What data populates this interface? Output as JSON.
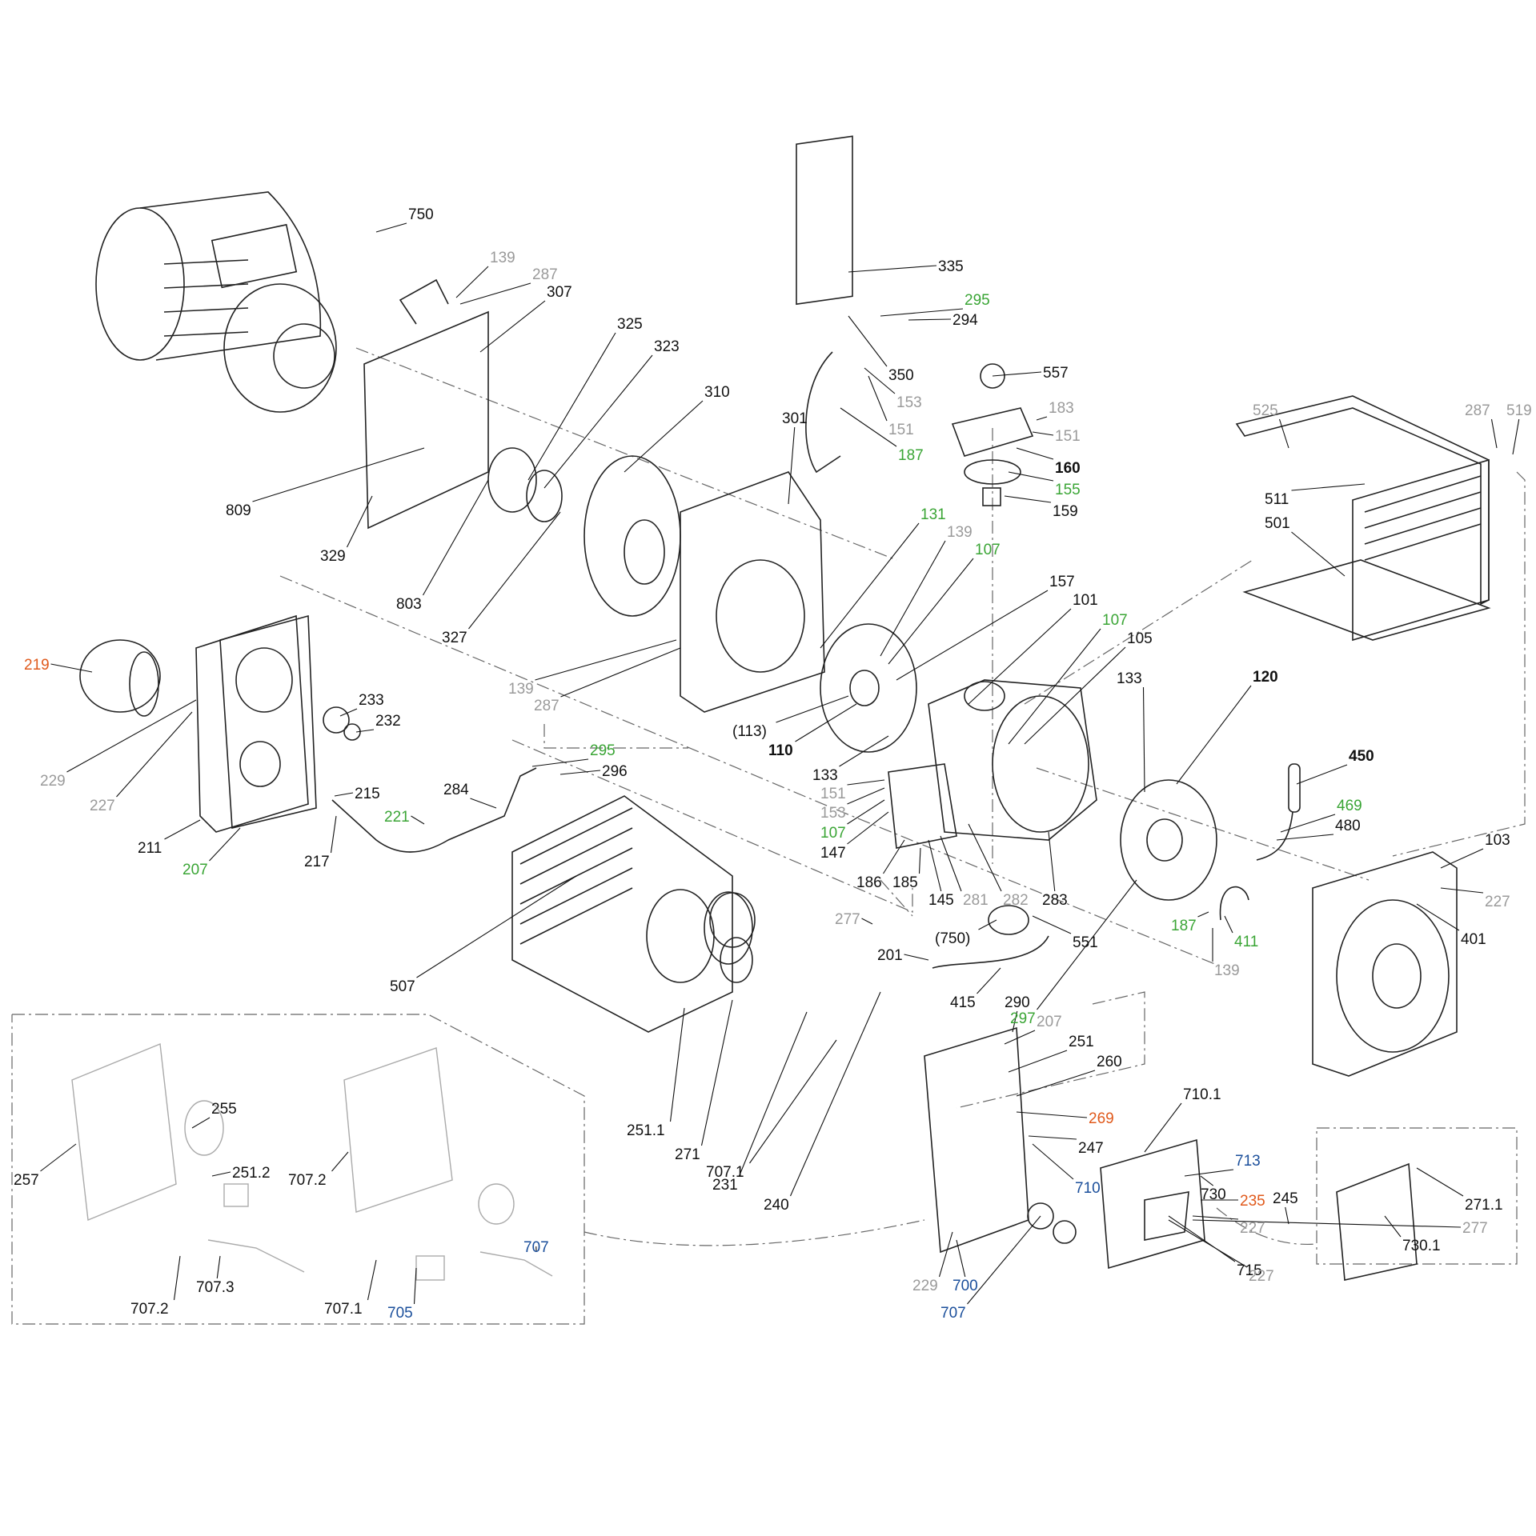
{
  "colors": {
    "black": "#111111",
    "grey": "#9a9a9a",
    "green": "#3aa535",
    "orange": "#e0591b",
    "blue": "#1b4f9b"
  },
  "labels": [
    {
      "id": "750",
      "c": "black"
    },
    {
      "id": "139",
      "c": "grey"
    },
    {
      "id": "287",
      "c": "grey"
    },
    {
      "id": "307",
      "c": "black"
    },
    {
      "id": "325",
      "c": "black"
    },
    {
      "id": "323",
      "c": "black"
    },
    {
      "id": "310",
      "c": "black"
    },
    {
      "id": "301",
      "c": "black"
    },
    {
      "id": "335",
      "c": "black"
    },
    {
      "id": "295",
      "c": "green"
    },
    {
      "id": "294",
      "c": "black"
    },
    {
      "id": "350",
      "c": "black"
    },
    {
      "id": "153",
      "c": "grey"
    },
    {
      "id": "151",
      "c": "grey"
    },
    {
      "id": "187",
      "c": "green"
    },
    {
      "id": "557",
      "c": "black"
    },
    {
      "id": "183",
      "c": "grey"
    },
    {
      "id": "151",
      "c": "grey"
    },
    {
      "id": "160",
      "c": "black",
      "b": true
    },
    {
      "id": "155",
      "c": "green"
    },
    {
      "id": "159",
      "c": "black"
    },
    {
      "id": "525",
      "c": "grey"
    },
    {
      "id": "287",
      "c": "grey"
    },
    {
      "id": "519",
      "c": "grey"
    },
    {
      "id": "511",
      "c": "black"
    },
    {
      "id": "501",
      "c": "black"
    },
    {
      "id": "809",
      "c": "black"
    },
    {
      "id": "329",
      "c": "black"
    },
    {
      "id": "803",
      "c": "black"
    },
    {
      "id": "327",
      "c": "black"
    },
    {
      "id": "131",
      "c": "green"
    },
    {
      "id": "139",
      "c": "grey"
    },
    {
      "id": "107",
      "c": "green"
    },
    {
      "id": "157",
      "c": "black"
    },
    {
      "id": "101",
      "c": "black"
    },
    {
      "id": "107",
      "c": "green"
    },
    {
      "id": "105",
      "c": "black"
    },
    {
      "id": "219",
      "c": "orange"
    },
    {
      "id": "233",
      "c": "black"
    },
    {
      "id": "232",
      "c": "black"
    },
    {
      "id": "139",
      "c": "grey"
    },
    {
      "id": "287",
      "c": "grey"
    },
    {
      "id": "(113)",
      "c": "black"
    },
    {
      "id": "110",
      "c": "black",
      "b": true
    },
    {
      "id": "133",
      "c": "black"
    },
    {
      "id": "120",
      "c": "black",
      "b": true
    },
    {
      "id": "229",
      "c": "grey"
    },
    {
      "id": "227",
      "c": "grey"
    },
    {
      "id": "295",
      "c": "green"
    },
    {
      "id": "296",
      "c": "black"
    },
    {
      "id": "133",
      "c": "black"
    },
    {
      "id": "450",
      "c": "black",
      "b": true
    },
    {
      "id": "151",
      "c": "grey"
    },
    {
      "id": "153",
      "c": "grey"
    },
    {
      "id": "107",
      "c": "green"
    },
    {
      "id": "147",
      "c": "black"
    },
    {
      "id": "215",
      "c": "black"
    },
    {
      "id": "284",
      "c": "black"
    },
    {
      "id": "469",
      "c": "green"
    },
    {
      "id": "480",
      "c": "black"
    },
    {
      "id": "221",
      "c": "green"
    },
    {
      "id": "211",
      "c": "black"
    },
    {
      "id": "217",
      "c": "black"
    },
    {
      "id": "207",
      "c": "green"
    },
    {
      "id": "186",
      "c": "black"
    },
    {
      "id": "185",
      "c": "black"
    },
    {
      "id": "145",
      "c": "black"
    },
    {
      "id": "281",
      "c": "grey"
    },
    {
      "id": "282",
      "c": "grey"
    },
    {
      "id": "283",
      "c": "black"
    },
    {
      "id": "103",
      "c": "black"
    },
    {
      "id": "227",
      "c": "grey"
    },
    {
      "id": "277",
      "c": "grey"
    },
    {
      "id": "(750)",
      "c": "black"
    },
    {
      "id": "551",
      "c": "black"
    },
    {
      "id": "187",
      "c": "green"
    },
    {
      "id": "411",
      "c": "green"
    },
    {
      "id": "401",
      "c": "black"
    },
    {
      "id": "507",
      "c": "black"
    },
    {
      "id": "201",
      "c": "black"
    },
    {
      "id": "297",
      "c": "green"
    },
    {
      "id": "139",
      "c": "grey"
    },
    {
      "id": "415",
      "c": "black"
    },
    {
      "id": "290",
      "c": "black"
    },
    {
      "id": "207",
      "c": "grey"
    },
    {
      "id": "251",
      "c": "black"
    },
    {
      "id": "260",
      "c": "black"
    },
    {
      "id": "255",
      "c": "black"
    },
    {
      "id": "710.1",
      "c": "black"
    },
    {
      "id": "269",
      "c": "orange"
    },
    {
      "id": "257",
      "c": "black"
    },
    {
      "id": "251.2",
      "c": "black"
    },
    {
      "id": "707.2",
      "c": "black"
    },
    {
      "id": "251.1",
      "c": "black"
    },
    {
      "id": "247",
      "c": "black"
    },
    {
      "id": "713",
      "c": "blue"
    },
    {
      "id": "271",
      "c": "black"
    },
    {
      "id": "245",
      "c": "black"
    },
    {
      "id": "730",
      "c": "black"
    },
    {
      "id": "707.1",
      "c": "black"
    },
    {
      "id": "235",
      "c": "orange"
    },
    {
      "id": "710",
      "c": "blue"
    },
    {
      "id": "231",
      "c": "black"
    },
    {
      "id": "240",
      "c": "black"
    },
    {
      "id": "227",
      "c": "grey"
    },
    {
      "id": "271.1",
      "c": "black"
    },
    {
      "id": "277",
      "c": "grey"
    },
    {
      "id": "730.1",
      "c": "black"
    },
    {
      "id": "715",
      "c": "black"
    },
    {
      "id": "707",
      "c": "blue"
    },
    {
      "id": "707.3",
      "c": "black"
    },
    {
      "id": "227",
      "c": "grey"
    },
    {
      "id": "229",
      "c": "grey"
    },
    {
      "id": "700",
      "c": "blue"
    },
    {
      "id": "707",
      "c": "blue"
    },
    {
      "id": "707.2",
      "c": "black"
    },
    {
      "id": "707.1",
      "c": "black"
    },
    {
      "id": "705",
      "c": "blue"
    }
  ]
}
